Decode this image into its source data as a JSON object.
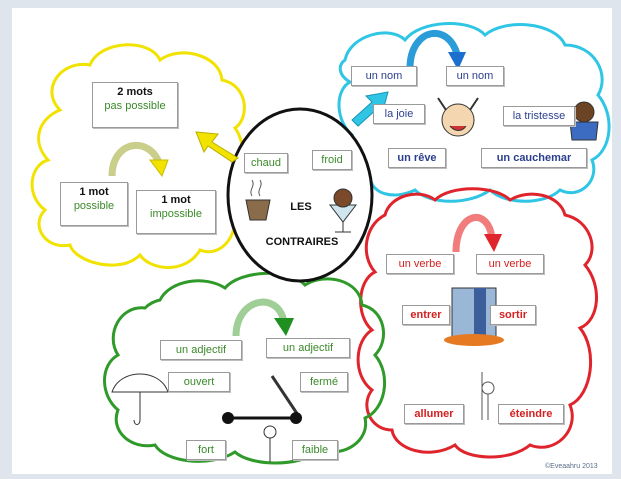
{
  "center": {
    "title_line1": "LES",
    "title_line2": "CONTRAIRES",
    "left_word": "chaud",
    "right_word": "froid"
  },
  "nouns": {
    "label_a": "un nom",
    "label_b": "un nom",
    "pair1_a": "la joie",
    "pair1_b": "la tristesse",
    "pair2_a": "un rêve",
    "pair2_b": "un cauchemar"
  },
  "verbs": {
    "label_a": "un verbe",
    "label_b": "un verbe",
    "pair1_a": "entrer",
    "pair1_b": "sortir",
    "pair2_a": "allumer",
    "pair2_b": "éteindre"
  },
  "adjectives": {
    "label_a": "un adjectif",
    "label_b": "un adjectif",
    "pair1_a": "ouvert",
    "pair1_b": "fermé",
    "pair2_a": "fort",
    "pair2_b": "faible"
  },
  "words": {
    "crossed_line1": "2 mots",
    "crossed_line2": "pas possible",
    "left_line1": "1 mot",
    "left_line2": "possible",
    "right_line1": "1 mot",
    "right_line2": "impossible"
  },
  "credit": "©Eveaahru 2013",
  "colors": {
    "blue": "#2b3f8f",
    "green": "#3a8a2a",
    "red": "#d42020",
    "yellow": "#f2e200",
    "cyan": "#2fc6e6",
    "cloud_green": "#2f9a2a",
    "cloud_red": "#e0242c"
  }
}
